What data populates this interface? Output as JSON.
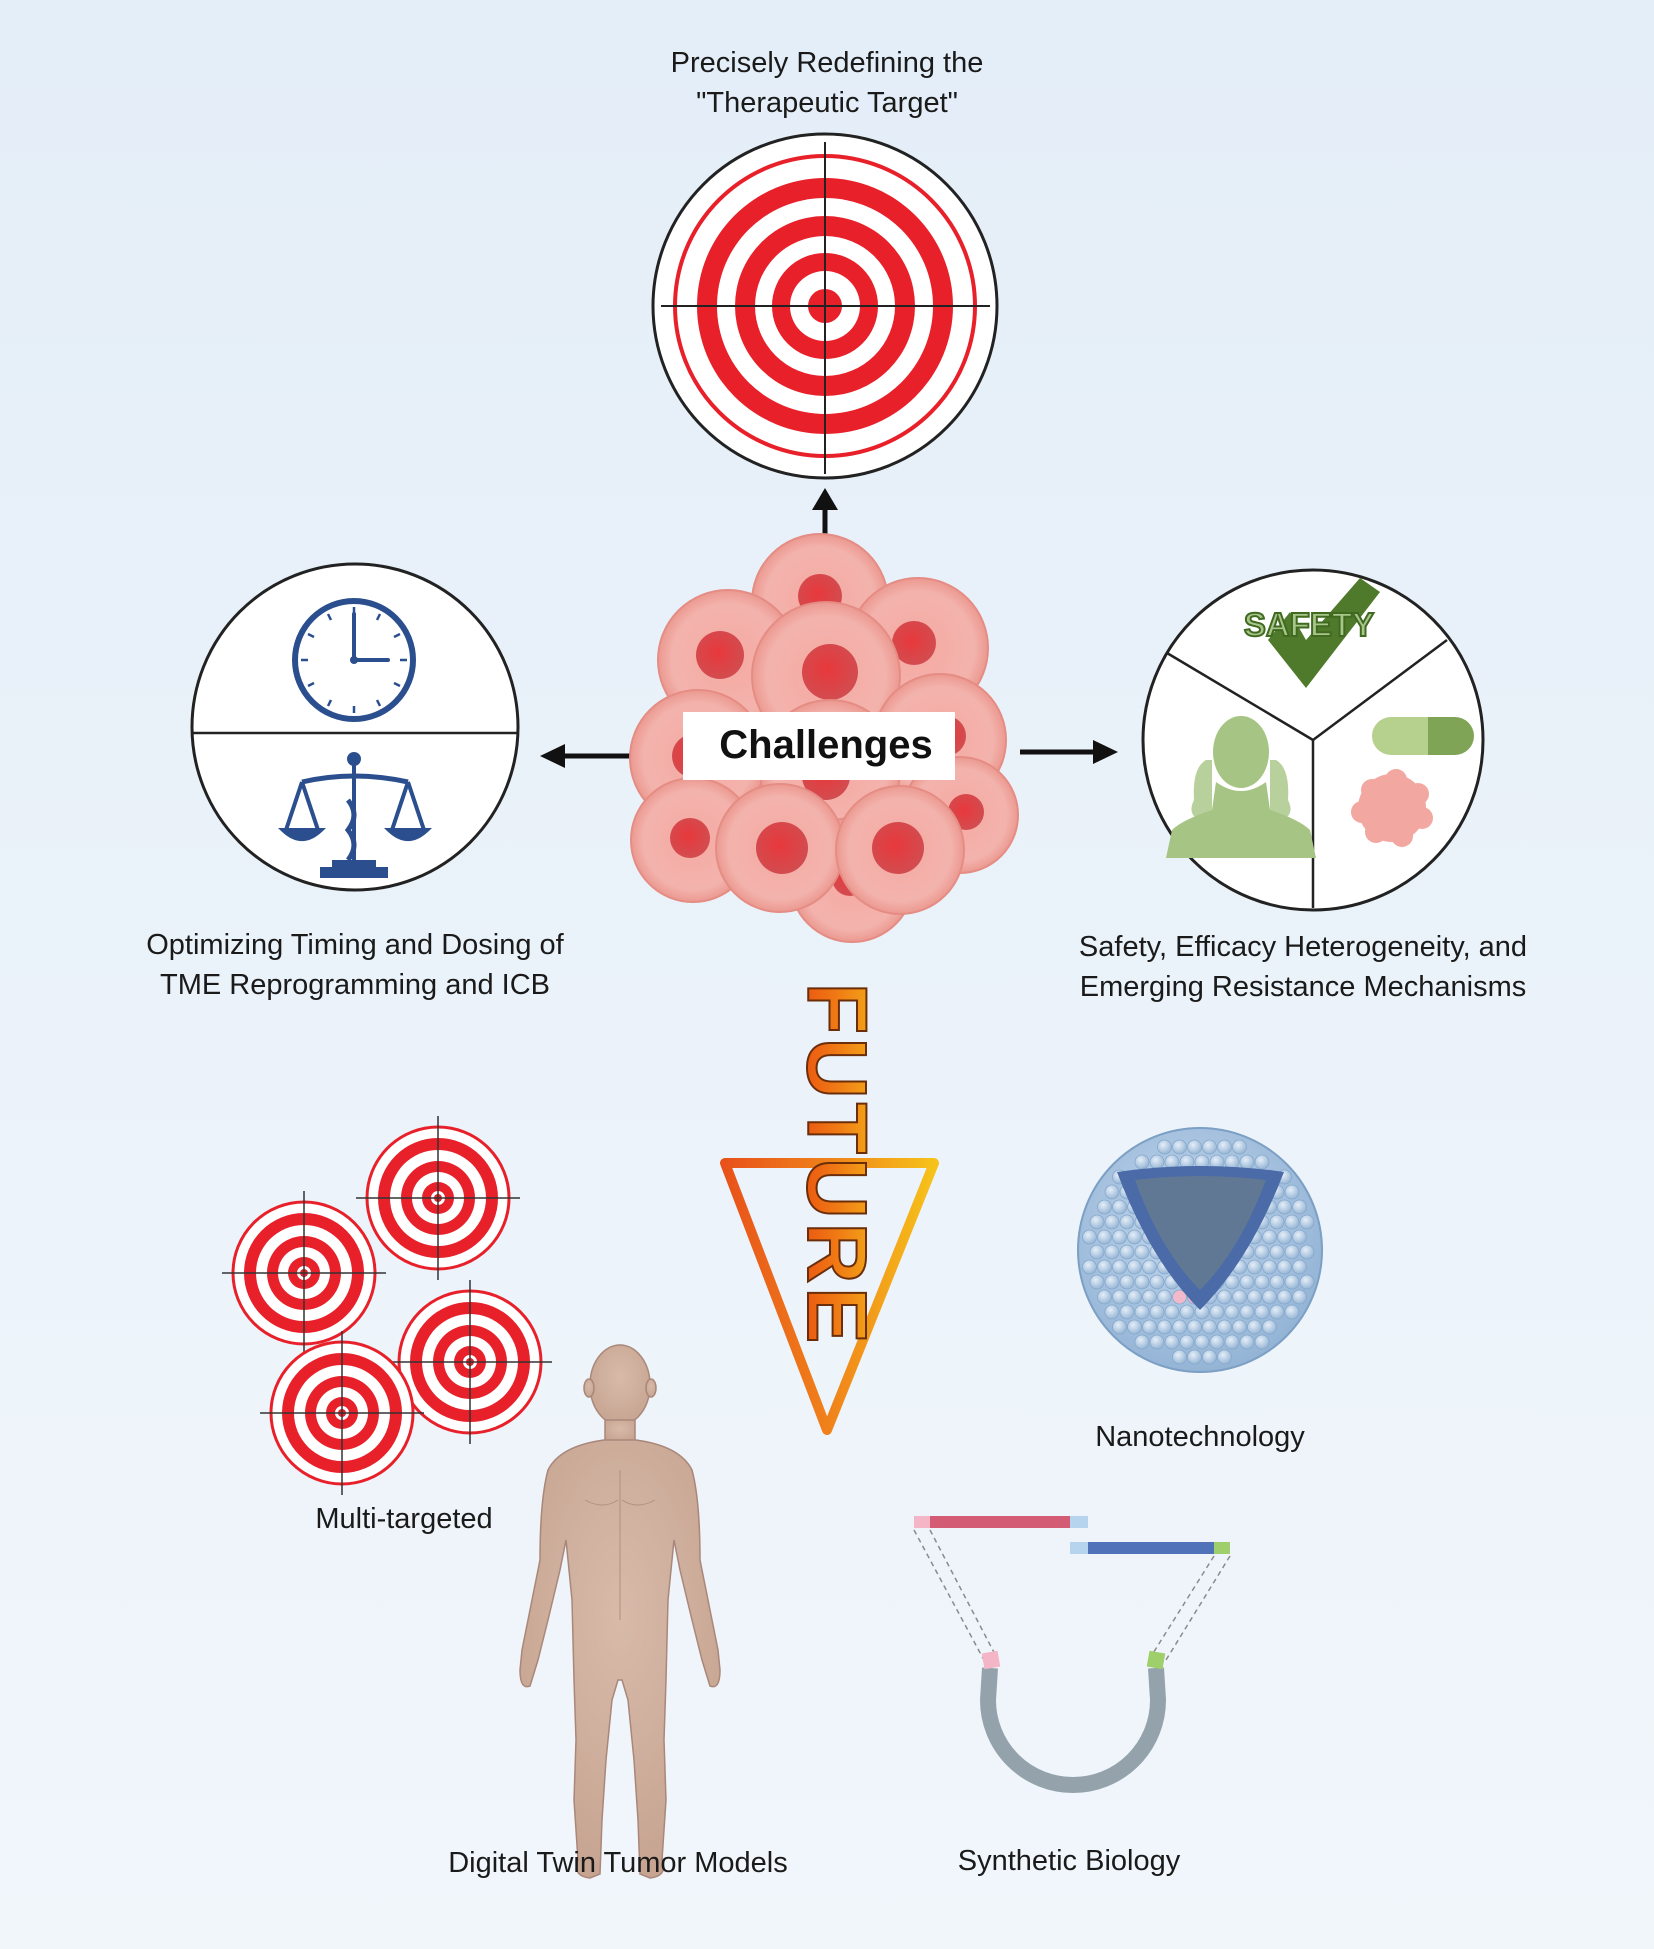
{
  "labels": {
    "target_title_line1": "Precisely Redefining the",
    "target_title_line2": "\"Therapeutic Target\"",
    "timing_line1": "Optimizing Timing and Dosing of",
    "timing_line2": "TME Reprogramming and ICB",
    "safety_line1": "Safety, Efficacy Heterogeneity, and",
    "safety_line2": "Emerging Resistance Mechanisms",
    "center": "Challenges",
    "future": "FUTURE",
    "safety_badge": "SAFETY",
    "multi_targeted": "Multi-targeted",
    "nanotechnology": "Nanotechnology",
    "digital_twin": "Digital Twin Tumor Models",
    "synthetic_biology": "Synthetic Biology"
  },
  "colors": {
    "background_top": "#e4eef8",
    "background_bottom": "#f1f6fb",
    "target_red": "#e8202a",
    "clock_blue": "#2b4f8e",
    "safety_green": "#5f8a3a",
    "person_green": "#a6c483",
    "cell_pink": "#f3a49c",
    "cell_nucleus": "#dc3a3e",
    "future_orange": "#f07a14",
    "nano_blue": "#8fb3d6",
    "skin": "#cfae9c"
  }
}
